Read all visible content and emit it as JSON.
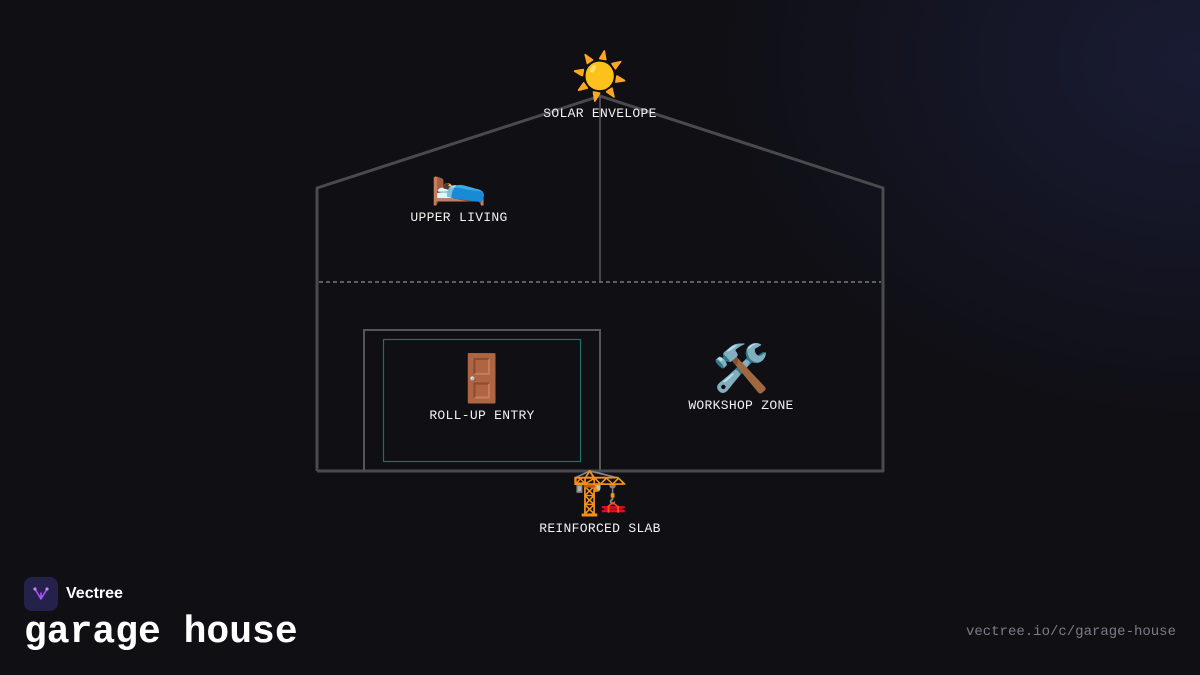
{
  "brand": {
    "name": "Vectree",
    "accent": "#a855f7"
  },
  "title": "garage house",
  "url": "vectree.io/c/garage-house",
  "nodes": {
    "solar": {
      "icon": "☀️",
      "icon_name": "sun-icon",
      "label": "SOLAR ENVELOPE"
    },
    "upper": {
      "icon": "🛌",
      "icon_name": "bed-icon",
      "label": "UPPER LIVING"
    },
    "entry": {
      "icon": "🚪",
      "icon_name": "door-icon",
      "label": "ROLL-UP ENTRY"
    },
    "workshop": {
      "icon": "🛠️",
      "icon_name": "tools-icon",
      "label": "WORKSHOP ZONE"
    },
    "slab": {
      "icon": "🏗️",
      "icon_name": "crane-icon",
      "label": "REINFORCED SLAB"
    }
  },
  "colors": {
    "background": "#0f0f14",
    "outline": "#4a4a4e",
    "garage_door_inner": "#1f6f63"
  }
}
